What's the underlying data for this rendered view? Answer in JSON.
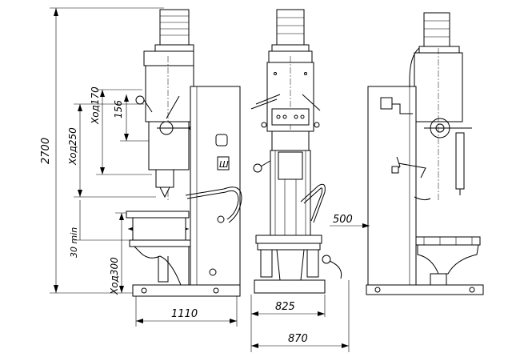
{
  "dimensions": {
    "height_total": "2700",
    "stroke_x250": "Ход250",
    "stroke_x170": "Ход170",
    "dim_156": "156",
    "dim_500_table": "500",
    "dim_30_min": "30 min",
    "stroke_x300": "Ход300",
    "width_1110": "1110",
    "width_825": "825",
    "width_870": "870",
    "reach_500": "500"
  },
  "labels": {
    "panel_mark": "Ш"
  }
}
